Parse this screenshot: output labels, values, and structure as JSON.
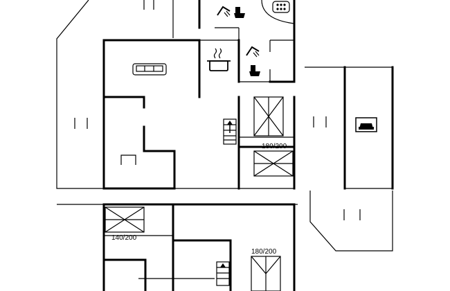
{
  "labels": {
    "bed_upper": "180/200",
    "bed_lower_left": "140/200",
    "bed_lower_right": "180/200"
  },
  "icons": [
    "sofa-icon",
    "cooking-pot-icon",
    "shower-icon",
    "toilet-icon",
    "bathtub-icon",
    "car-icon",
    "stairs-up-icon",
    "bed-icon"
  ],
  "colors": {
    "line": "#000000",
    "background": "#ffffff"
  }
}
